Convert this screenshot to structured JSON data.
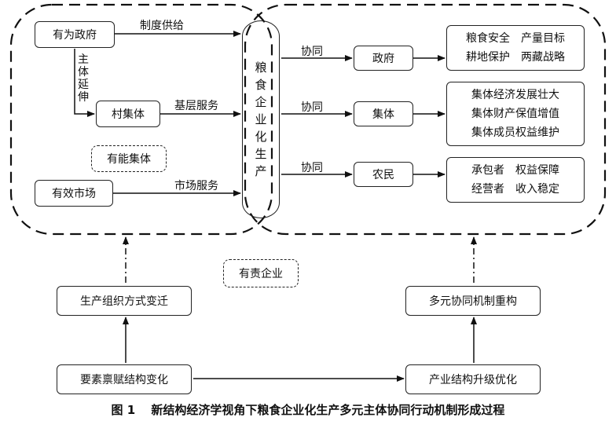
{
  "left_group": {
    "gov": "有为政府",
    "village": "村集体",
    "capable_collective": "有能集体",
    "market": "有效市场",
    "edge_institution": "制度供给",
    "edge_main_body_extend": "主体延伸",
    "edge_grassroots": "基层服务",
    "edge_market_service": "市场服务"
  },
  "core": "粮食企业化生产",
  "middle": {
    "collab": "协同",
    "gov": "政府",
    "collective": "集体",
    "farmer": "农民"
  },
  "right": {
    "gov_lines": [
      "粮食安全　产量目标",
      "耕地保护　两藏战略"
    ],
    "collective_lines": [
      "集体经济发展壮大",
      "集体财产保值增值",
      "集体成员权益维护"
    ],
    "farmer_lines": [
      "承包者　权益保障",
      "经营者　收入稳定"
    ]
  },
  "responsible_enterprise": "有责企业",
  "bottom": {
    "production_change": "生产组织方式变迁",
    "endowment_change": "要素禀赋结构变化",
    "multi_mechanism": "多元协同机制重构",
    "industry_upgrade": "产业结构升级优化"
  },
  "caption": "图 1　 新结构经济学视角下粮食企业化生产多元主体协同行动机制形成过程"
}
